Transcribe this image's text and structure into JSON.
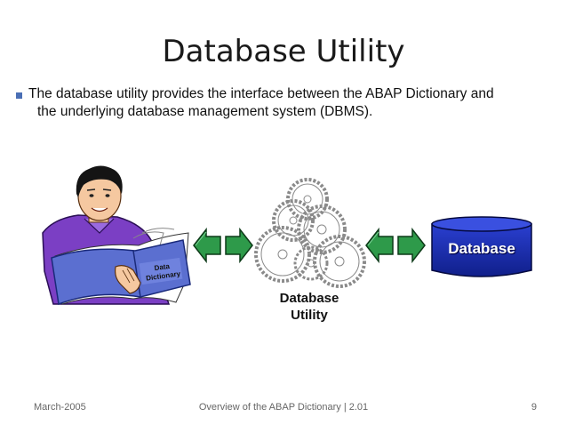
{
  "slide": {
    "title": "Database Utility",
    "bullet_line1": "The database utility provides the interface between the ABAP Dictionary and",
    "bullet_line2": "the underlying database management system (DBMS)."
  },
  "diagram": {
    "book_label_line1": "Data",
    "book_label_line2": "Dictionary",
    "utility_label_line1": "Database",
    "utility_label_line2": "Utility",
    "database_label": "Database",
    "colors": {
      "arrow_fill": "#2e9a4a",
      "database_fill": "#1c2fb0",
      "shirt": "#7b3fc4",
      "book_cover": "#5b6fd0"
    }
  },
  "footer": {
    "date": "March-2005",
    "center": "Overview of the ABAP Dictionary | 2.01",
    "page": "9"
  }
}
